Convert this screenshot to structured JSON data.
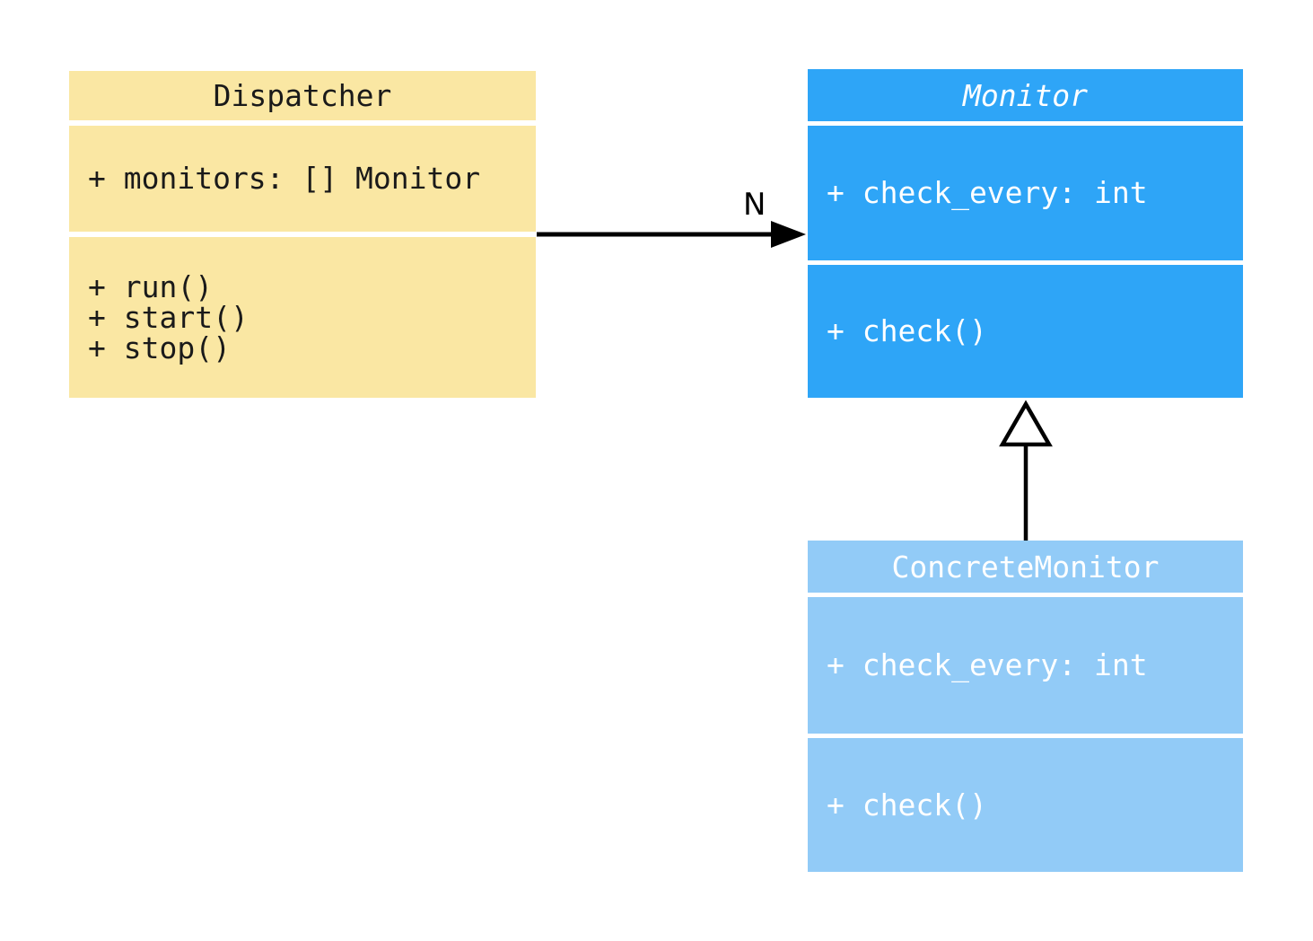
{
  "diagram": {
    "kind": "uml-class-diagram",
    "background_color": "#ffffff",
    "edge_color": "#000000"
  },
  "classes": [
    {
      "name": "Dispatcher",
      "abstract": false,
      "fill": "#fae7a3",
      "text_color": "#1a1a1a",
      "attributes": [
        "+ monitors: [] Monitor"
      ],
      "methods": [
        "+ run()",
        "+ start()",
        "+ stop()"
      ]
    },
    {
      "name": "Monitor",
      "abstract": true,
      "fill": "#2ea5f7",
      "text_color": "#ffffff",
      "attributes": [
        "+ check_every: int"
      ],
      "methods": [
        "+ check()"
      ]
    },
    {
      "name": "ConcreteMonitor",
      "abstract": false,
      "fill": "#92cbf7",
      "text_color": "#ffffff",
      "attributes": [
        "+ check_every: int"
      ],
      "methods": [
        "+ check()"
      ]
    }
  ],
  "relationships": [
    {
      "from": "Dispatcher",
      "to": "Monitor",
      "type": "directed-association",
      "label": "N"
    },
    {
      "from": "ConcreteMonitor",
      "to": "Monitor",
      "type": "inheritance",
      "label": ""
    }
  ]
}
